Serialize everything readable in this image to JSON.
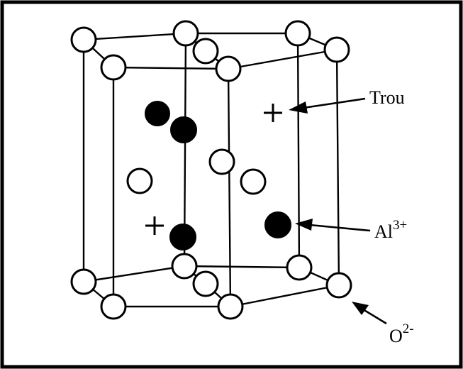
{
  "labels": {
    "trou": "Trou",
    "al_base": "Al",
    "al_charge": "3+",
    "o_base": "O",
    "o_charge": "2-"
  },
  "colors": {
    "border": "#000000",
    "oxygen_fill": "#ffffff",
    "aluminum_fill": "#000000"
  },
  "legend_entities": {
    "hole_symbol": "plus-icon",
    "aluminum_ion": "filled-circle",
    "oxide_ion": "open-circle"
  }
}
